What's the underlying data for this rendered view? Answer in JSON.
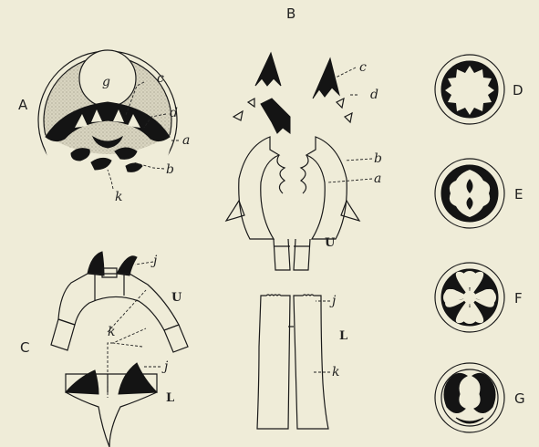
{
  "panels": {
    "A": "A",
    "B": "B",
    "C": "C",
    "D": "D",
    "E": "E",
    "F": "F",
    "G": "G"
  },
  "callouts": {
    "g": "g",
    "c": "c",
    "d": "d",
    "a": "a",
    "b": "b",
    "k": "k",
    "j": "j",
    "U": "U",
    "L": "L"
  },
  "colors": {
    "background": "#efecd8",
    "ink": "#141414",
    "stipple": "#cfcbb8"
  }
}
